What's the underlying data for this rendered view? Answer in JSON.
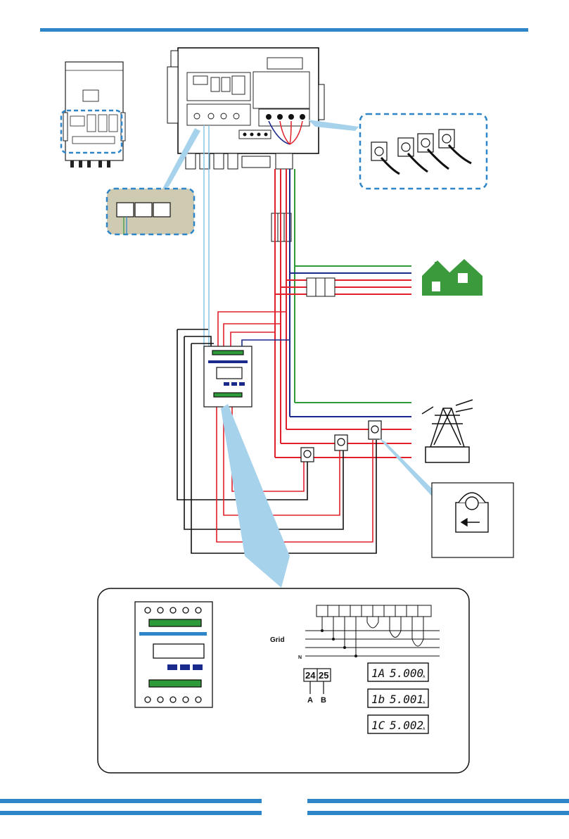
{
  "colors": {
    "accent_blue": "#2e86c8",
    "line_red": "#e0202a",
    "line_green": "#2e9a3a",
    "line_navy": "#1a2a8c",
    "callout_blue": "#a6d2ec",
    "ethernet_bg": "#cfcab2",
    "house_green": "#3a9a3c"
  },
  "icons": [
    "inverter-icon",
    "ct-clamp-icon",
    "house-icon",
    "power-tower-icon",
    "energy-meter-icon",
    "ethernet-port-icon"
  ],
  "inset": {
    "grid_label": "Grid",
    "neutral_label": "N",
    "terminal_a": "24",
    "terminal_b": "25",
    "label_a": "A",
    "label_b": "B",
    "displays": [
      {
        "phase": "1A",
        "value": "5.000",
        "unit": "A"
      },
      {
        "phase": "1b",
        "value": "5.001",
        "unit": "A"
      },
      {
        "phase": "1C",
        "value": "5.002",
        "unit": "A"
      }
    ]
  }
}
